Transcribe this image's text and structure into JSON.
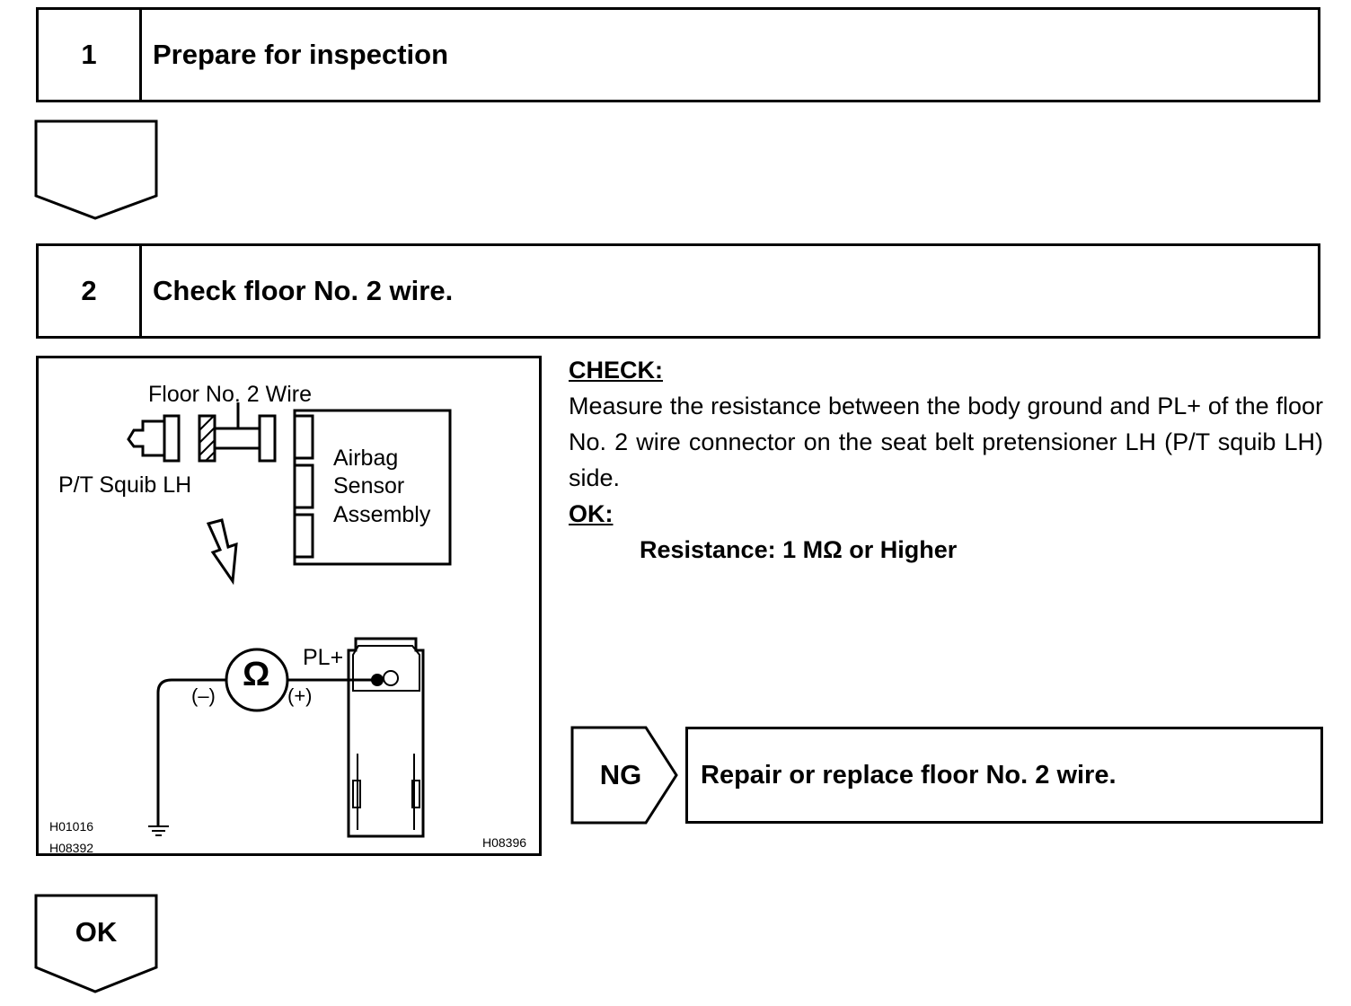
{
  "step1": {
    "number": "1",
    "title": "Prepare for inspection"
  },
  "step2": {
    "number": "2",
    "title": "Check floor No. 2 wire."
  },
  "check": {
    "heading": "CHECK:",
    "text": "Measure the resistance between the body ground and PL+ of the floor No. 2 wire connector on the seat belt pretensioner LH (P/T squib LH) side.",
    "ok_heading": "OK:",
    "spec": "Resistance: 1 MΩ or Higher"
  },
  "ng_branch": {
    "label": "NG",
    "action": "Repair or replace floor No. 2 wire."
  },
  "ok_branch": {
    "label": "OK"
  },
  "figure": {
    "wire_label": "Floor No. 2 Wire",
    "squib_label": "P/T Squib LH",
    "sensor_label_1": "Airbag",
    "sensor_label_2": "Sensor",
    "sensor_label_3": "Assembly",
    "terminal_label": "PL+",
    "ohm_symbol": "Ω",
    "minus_label": "(–)",
    "plus_label": "(+)",
    "code_1": "H01016",
    "code_2": "H08392",
    "code_3": "H08396"
  }
}
